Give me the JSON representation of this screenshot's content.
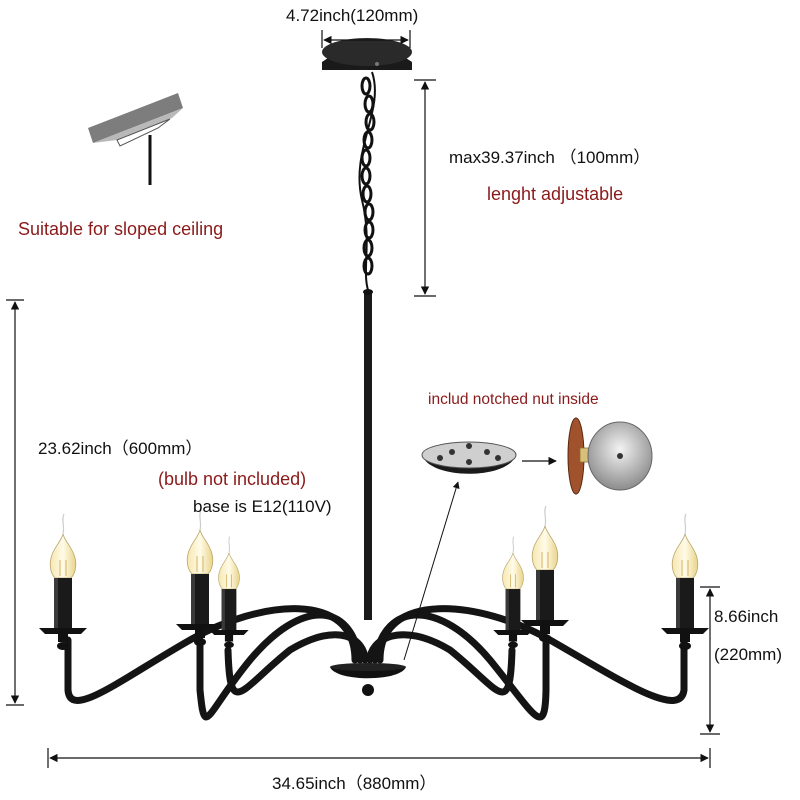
{
  "labels": {
    "canopy_width": "4.72inch(120mm)",
    "chain_length": "max39.37inch （100mm）",
    "adjustable": "lenght adjustable",
    "sloped": "Suitable for sloped ceiling",
    "total_height": "23.62inch（600mm）",
    "bulb_note": "(bulb not included)",
    "base": "base is E12(110V)",
    "nut": "includ notched nut inside",
    "arm_height": "8.66inch",
    "arm_height_mm": "(220mm)",
    "total_width": "34.65inch（880mm）"
  },
  "colors": {
    "accent_red": "#8b1a1a",
    "text": "#111111",
    "metal": "#1a1a1a"
  }
}
